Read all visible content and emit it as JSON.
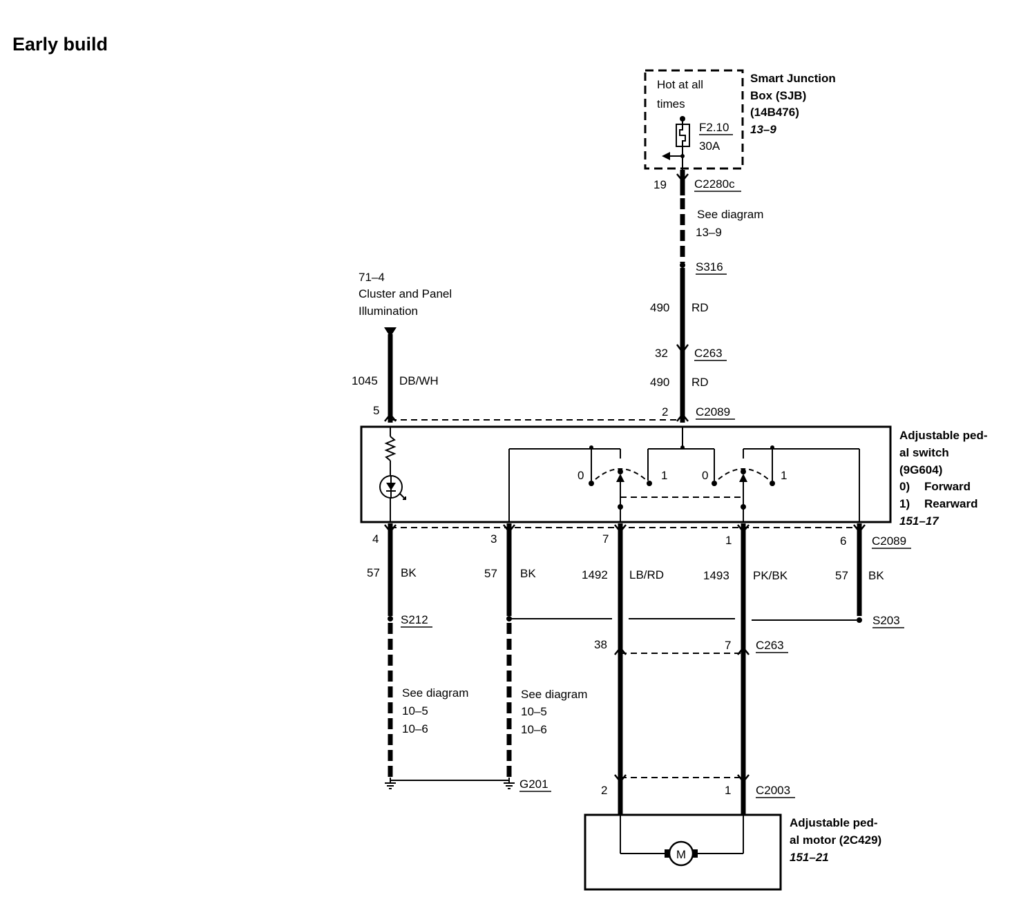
{
  "title": "Early build",
  "sjb": {
    "hot_line1": "Hot at all",
    "hot_line2": "times",
    "fuse_id": "F2.10",
    "fuse_rating": "30A",
    "name_line1": "Smart Junction",
    "name_line2": "Box (SJB)",
    "name_line3": "(14B476)",
    "ref": "13–9"
  },
  "top_circuit": {
    "pin_19": "19",
    "conn_c2280c": "C2280c",
    "see_line1": "See diagram",
    "see_line2": "13–9",
    "splice_s316": "S316",
    "circuit_490_a": "490",
    "color_rd_a": "RD",
    "pin_32": "32",
    "conn_c263_a": "C263",
    "circuit_490_b": "490",
    "color_rd_b": "RD",
    "pin_2": "2",
    "conn_c2089_top": "C2089"
  },
  "illum": {
    "ref": "71–4",
    "name_line1": "Cluster and Panel",
    "name_line2": "Illumination",
    "circuit": "1045",
    "color": "DB/WH",
    "pin": "5"
  },
  "switch": {
    "name_line1": "Adjustable ped-",
    "name_line2": "al switch",
    "name_line3": "(9G604)",
    "mode0_num": "0)",
    "mode0_label": "Forward",
    "mode1_num": "1)",
    "mode1_label": "Rearward",
    "ref": "151–17",
    "left_pos0": "0",
    "left_pos1": "1",
    "right_pos0": "0",
    "right_pos1": "1"
  },
  "bottom_pins": {
    "p4": "4",
    "p3": "3",
    "p7": "7",
    "p1": "1",
    "p6": "6",
    "conn_c2089": "C2089"
  },
  "bottom_wires": {
    "w1_circuit": "57",
    "w1_color": "BK",
    "w2_circuit": "57",
    "w2_color": "BK",
    "w3_circuit": "1492",
    "w3_color": "LB/RD",
    "w4_circuit": "1493",
    "w4_color": "PK/BK",
    "w5_circuit": "57",
    "w5_color": "BK"
  },
  "splices": {
    "s212": "S212",
    "s203": "S203"
  },
  "c263_lower": {
    "pin_38": "38",
    "pin_7": "7",
    "conn": "C263"
  },
  "see_left": {
    "line1": "See diagram",
    "line2": "10–5",
    "line3": "10–6"
  },
  "see_right": {
    "line1": "See diagram",
    "line2": "10–5",
    "line3": "10–6"
  },
  "ground": "G201",
  "c2003": {
    "pin_2": "2",
    "pin_1": "1",
    "conn": "C2003"
  },
  "motor": {
    "symbol": "M",
    "name_line1": "Adjustable ped-",
    "name_line2": "al motor (2C429)",
    "ref": "151–21"
  }
}
